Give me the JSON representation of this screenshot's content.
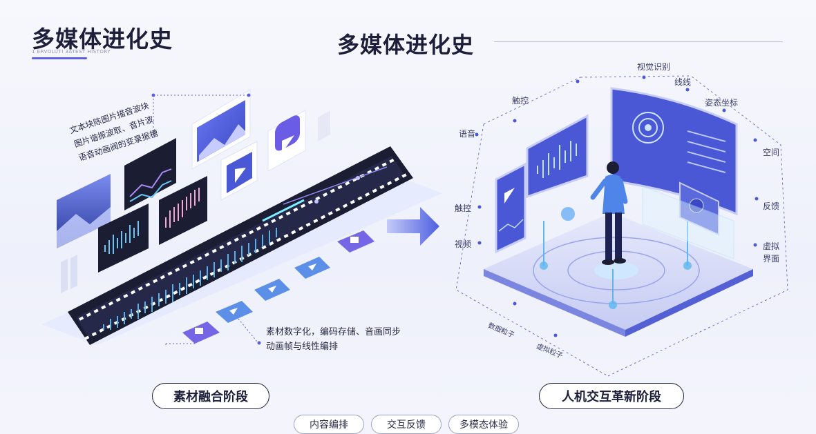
{
  "header": {
    "left_title": "多媒体进化史",
    "left_subtitle": "1 ERVOLUTI 3ATEST HISTORY",
    "center_title": "多媒体进化史"
  },
  "left_panel": {
    "note_lines": [
      "文本块陈图片描音波块",
      "图片谐振波取、音片波",
      "语音动画阀的变录振槽"
    ],
    "description_lines": [
      "素材数字化，编码存储、音画同步",
      "动画帧与线性编排"
    ],
    "stage_label": "素材融合阶段"
  },
  "right_panel": {
    "labels": {
      "touch": "触控",
      "voice": "语音",
      "gesture": "触控",
      "video": "视频",
      "recognition": "视觉识别",
      "lines": "线线",
      "pose": "姿态坐标",
      "space": "空间",
      "feedback": "反馈",
      "virtual_interface": "虚拟界面",
      "data_particles": "数据粒子",
      "virtual_particles": "虚拟粒子"
    },
    "stage_label": "人机交互革新阶段"
  },
  "footer": {
    "tags": [
      "内容编排",
      "交互反馈",
      "多模态体验"
    ]
  },
  "colors": {
    "accent": "#5b5fe0",
    "film": "#1b1d33",
    "wave": "#5ab8f0",
    "screen": "#4a58d6"
  }
}
